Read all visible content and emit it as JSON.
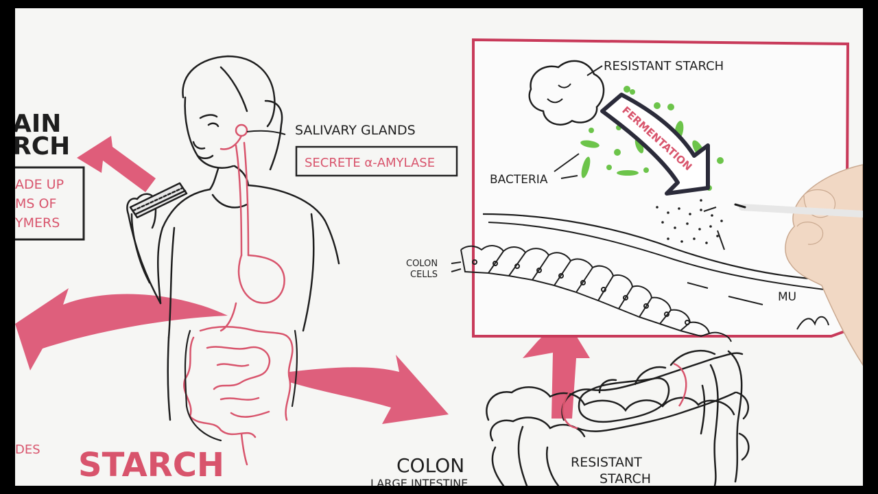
{
  "colors": {
    "pink": "#dc4f6f",
    "pink_light": "#e8a0b2",
    "ink": "#1e1e1e",
    "green": "#6cc44a",
    "border": "#111111",
    "paper": "#f6f6f4"
  },
  "left_panel": {
    "title_line1": "AIN",
    "title_line2": "RCH",
    "box_line1": "ADE UP",
    "box_line2": "MS OF",
    "box_line3": "YMERS",
    "bottom_fragment": "DES"
  },
  "labels": {
    "salivary_glands": "SALIVARY GLANDS",
    "secrete_amylase": "SECRETE α-AMYLASE",
    "starch": "STARCH",
    "colon_title": "COLON",
    "colon_subtitle": "LARGE INTESTINE",
    "resistant_starch_bottom_1": "RESISTANT",
    "resistant_starch_bottom_2": "STARCH"
  },
  "inset": {
    "resistant_starch": "RESISTANT STARCH",
    "fermentation": "FERMENTATION",
    "bacteria": "BACTERIA",
    "colon_cells_1": "COLON",
    "colon_cells_2": "CELLS",
    "mucus_fragment": "MU"
  },
  "icons": [
    "woman-figure",
    "sandwich-icon",
    "digestive-tract",
    "colon-drawing",
    "bacteria-icon",
    "drawing-hand-icon",
    "marker-pen-icon"
  ]
}
